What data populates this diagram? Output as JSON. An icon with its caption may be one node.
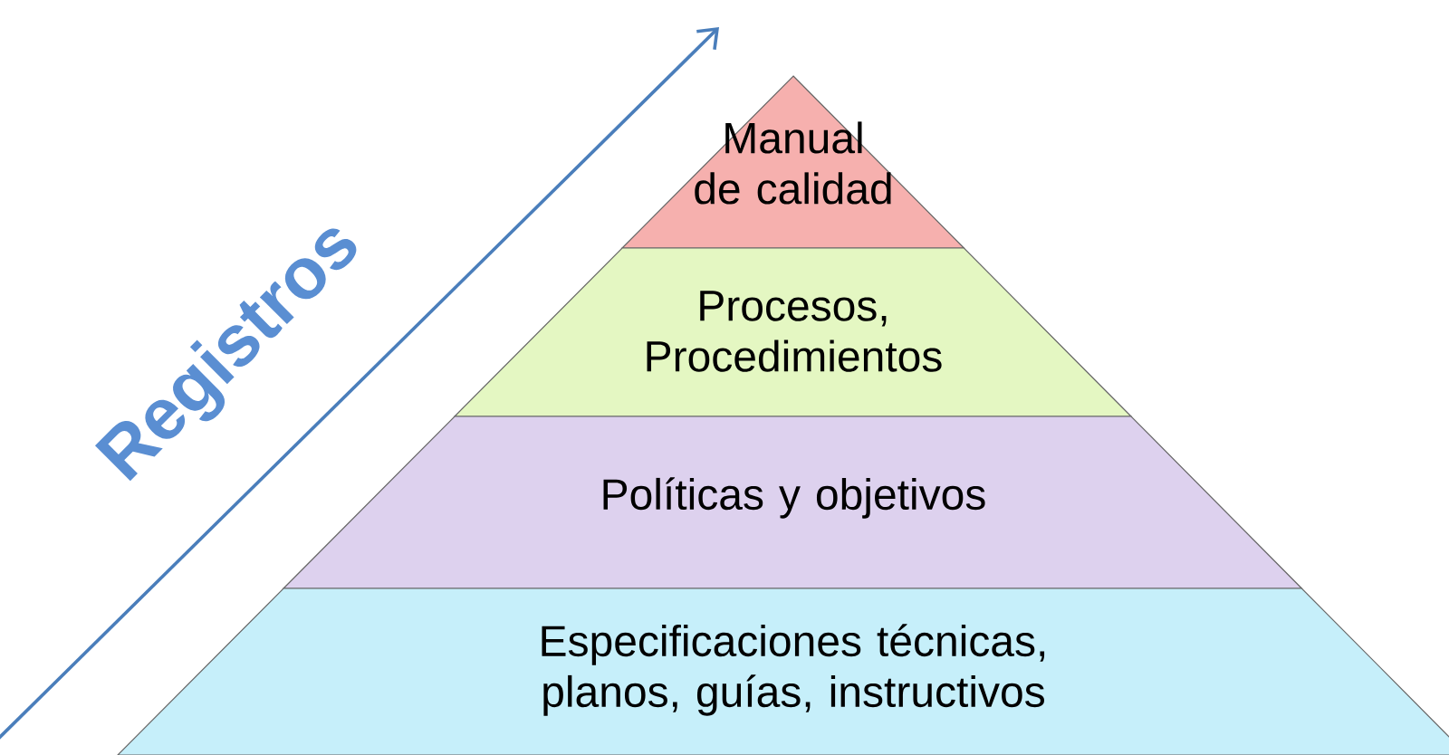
{
  "diagram": {
    "nodes": [
      {
        "text": [
          "Manual de calidad"
        ]
      },
      {
        "text": [
          "Procesos, Procedimientos"
        ]
      },
      {
        "text": [
          "Políticas y objetivos"
        ]
      },
      {
        "text": [
          "Especificaciones técnicas, planos, guías, instructivos"
        ]
      }
    ],
    "labels": [
      "Registros"
    ]
  }
}
